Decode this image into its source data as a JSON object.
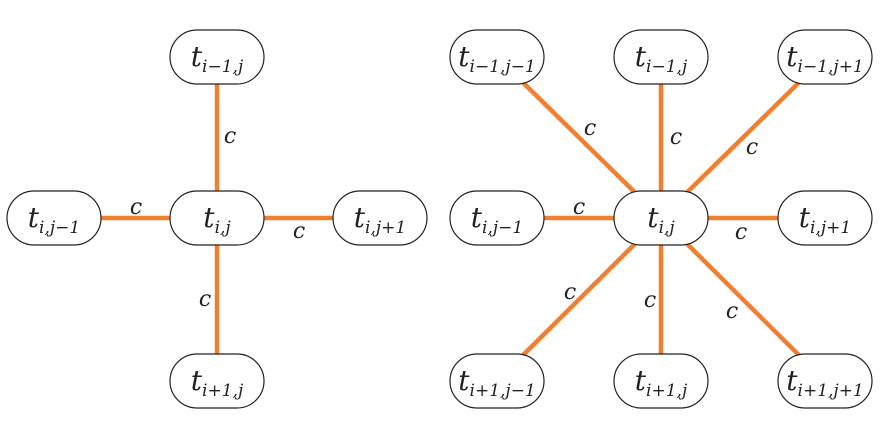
{
  "colors": {
    "edge": "#f08030",
    "node_border": "#222222",
    "text": "#222222"
  },
  "edge_weight": "c",
  "diagrams": [
    {
      "name": "4-neighborhood",
      "center": {
        "base": "t",
        "sub": "i,j"
      },
      "neighbors": [
        {
          "dir": "N",
          "base": "t",
          "sub": "i−1,j"
        },
        {
          "dir": "W",
          "base": "t",
          "sub": "i,j−1"
        },
        {
          "dir": "E",
          "base": "t",
          "sub": "i,j+1"
        },
        {
          "dir": "S",
          "base": "t",
          "sub": "i+1,j"
        }
      ]
    },
    {
      "name": "8-neighborhood",
      "center": {
        "base": "t",
        "sub": "i,j"
      },
      "neighbors": [
        {
          "dir": "NW",
          "base": "t",
          "sub": "i−1,j−1"
        },
        {
          "dir": "N",
          "base": "t",
          "sub": "i−1,j"
        },
        {
          "dir": "NE",
          "base": "t",
          "sub": "i−1,j+1"
        },
        {
          "dir": "W",
          "base": "t",
          "sub": "i,j−1"
        },
        {
          "dir": "E",
          "base": "t",
          "sub": "i,j+1"
        },
        {
          "dir": "SW",
          "base": "t",
          "sub": "i+1,j−1"
        },
        {
          "dir": "S",
          "base": "t",
          "sub": "i+1,j"
        },
        {
          "dir": "SE",
          "base": "t",
          "sub": "i+1,j+1"
        }
      ]
    }
  ]
}
